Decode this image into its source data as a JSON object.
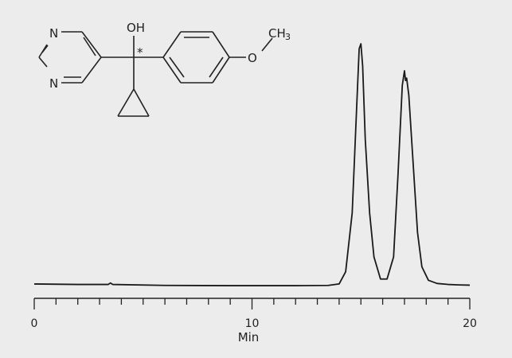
{
  "chart_data": {
    "type": "line",
    "title": "",
    "xlabel": "Min",
    "ylabel": "",
    "xlim": [
      0,
      20
    ],
    "ylim": [
      0,
      1
    ],
    "x_ticks": [
      0,
      10,
      20
    ],
    "x_minor_tick_step": 1,
    "grid": false,
    "series": [
      {
        "color": "#1a1a1a",
        "x": [
          0.0,
          2.0,
          3.4,
          3.5,
          3.6,
          6.0,
          9.0,
          12.0,
          13.5,
          14.0,
          14.3,
          14.6,
          14.8,
          14.92,
          15.0,
          15.08,
          15.2,
          15.4,
          15.6,
          15.9,
          16.2,
          16.5,
          16.7,
          16.9,
          17.0,
          17.05,
          17.1,
          17.2,
          17.4,
          17.6,
          17.8,
          18.1,
          18.5,
          19.0,
          19.5,
          20.0
        ],
        "y": [
          0.01,
          0.008,
          0.008,
          0.014,
          0.008,
          0.004,
          0.003,
          0.003,
          0.004,
          0.01,
          0.06,
          0.3,
          0.72,
          0.97,
          0.99,
          0.9,
          0.6,
          0.3,
          0.12,
          0.03,
          0.03,
          0.12,
          0.45,
          0.82,
          0.88,
          0.84,
          0.85,
          0.78,
          0.5,
          0.22,
          0.08,
          0.025,
          0.012,
          0.008,
          0.006,
          0.005
        ]
      }
    ]
  },
  "molecule": {
    "atoms": {
      "n_top": "N",
      "n_bottom": "N",
      "oh": "OH",
      "stereo": "*",
      "o_methoxy": "O",
      "ch": "CH",
      "three": "3"
    }
  }
}
